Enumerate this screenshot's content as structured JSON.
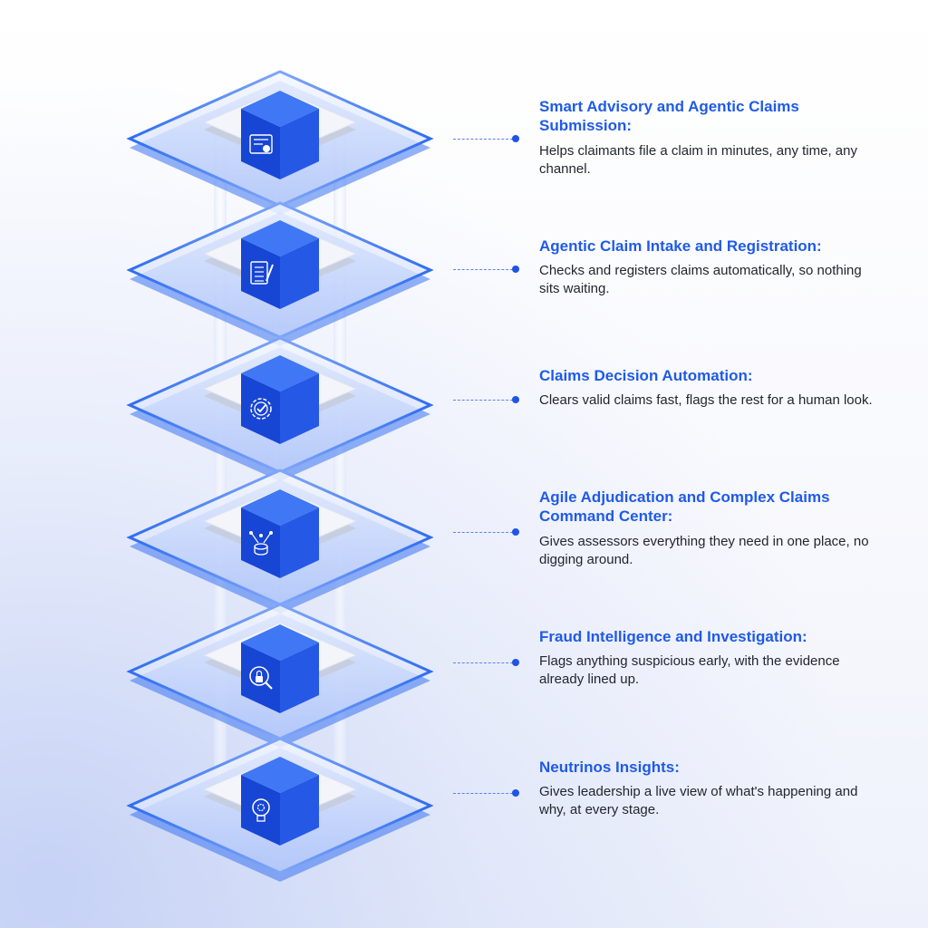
{
  "steps": [
    {
      "title": "Smart Advisory and Agentic Claims Submission:",
      "description": "Helps claimants file a claim in minutes, any time, any channel.",
      "icon": "document-chart-icon"
    },
    {
      "title": "Agentic Claim Intake and Registration:",
      "description": "Checks and registers claims automatically, so nothing sits waiting.",
      "icon": "document-pen-icon"
    },
    {
      "title": "Claims Decision Automation:",
      "description": "Clears valid claims fast, flags the rest for a human look.",
      "icon": "gear-check-icon"
    },
    {
      "title": "Agile Adjudication and Complex Claims Command Center:",
      "description": "Gives assessors everything they need in one place, no digging around.",
      "icon": "data-hub-icon"
    },
    {
      "title": "Fraud Intelligence and Investigation:",
      "description": "Flags anything suspicious early, with the evidence already lined up.",
      "icon": "magnifier-lock-icon"
    },
    {
      "title": "Neutrinos Insights:",
      "description": "Gives leadership a live view of what's happening and why, at every stage.",
      "icon": "lightbulb-gear-icon"
    }
  ],
  "colors": {
    "accent": "#1f5ae8",
    "cube_top": "#3f77f4",
    "cube_left": "#1745d4",
    "cube_right": "#2658e6",
    "text": "#23262f"
  }
}
